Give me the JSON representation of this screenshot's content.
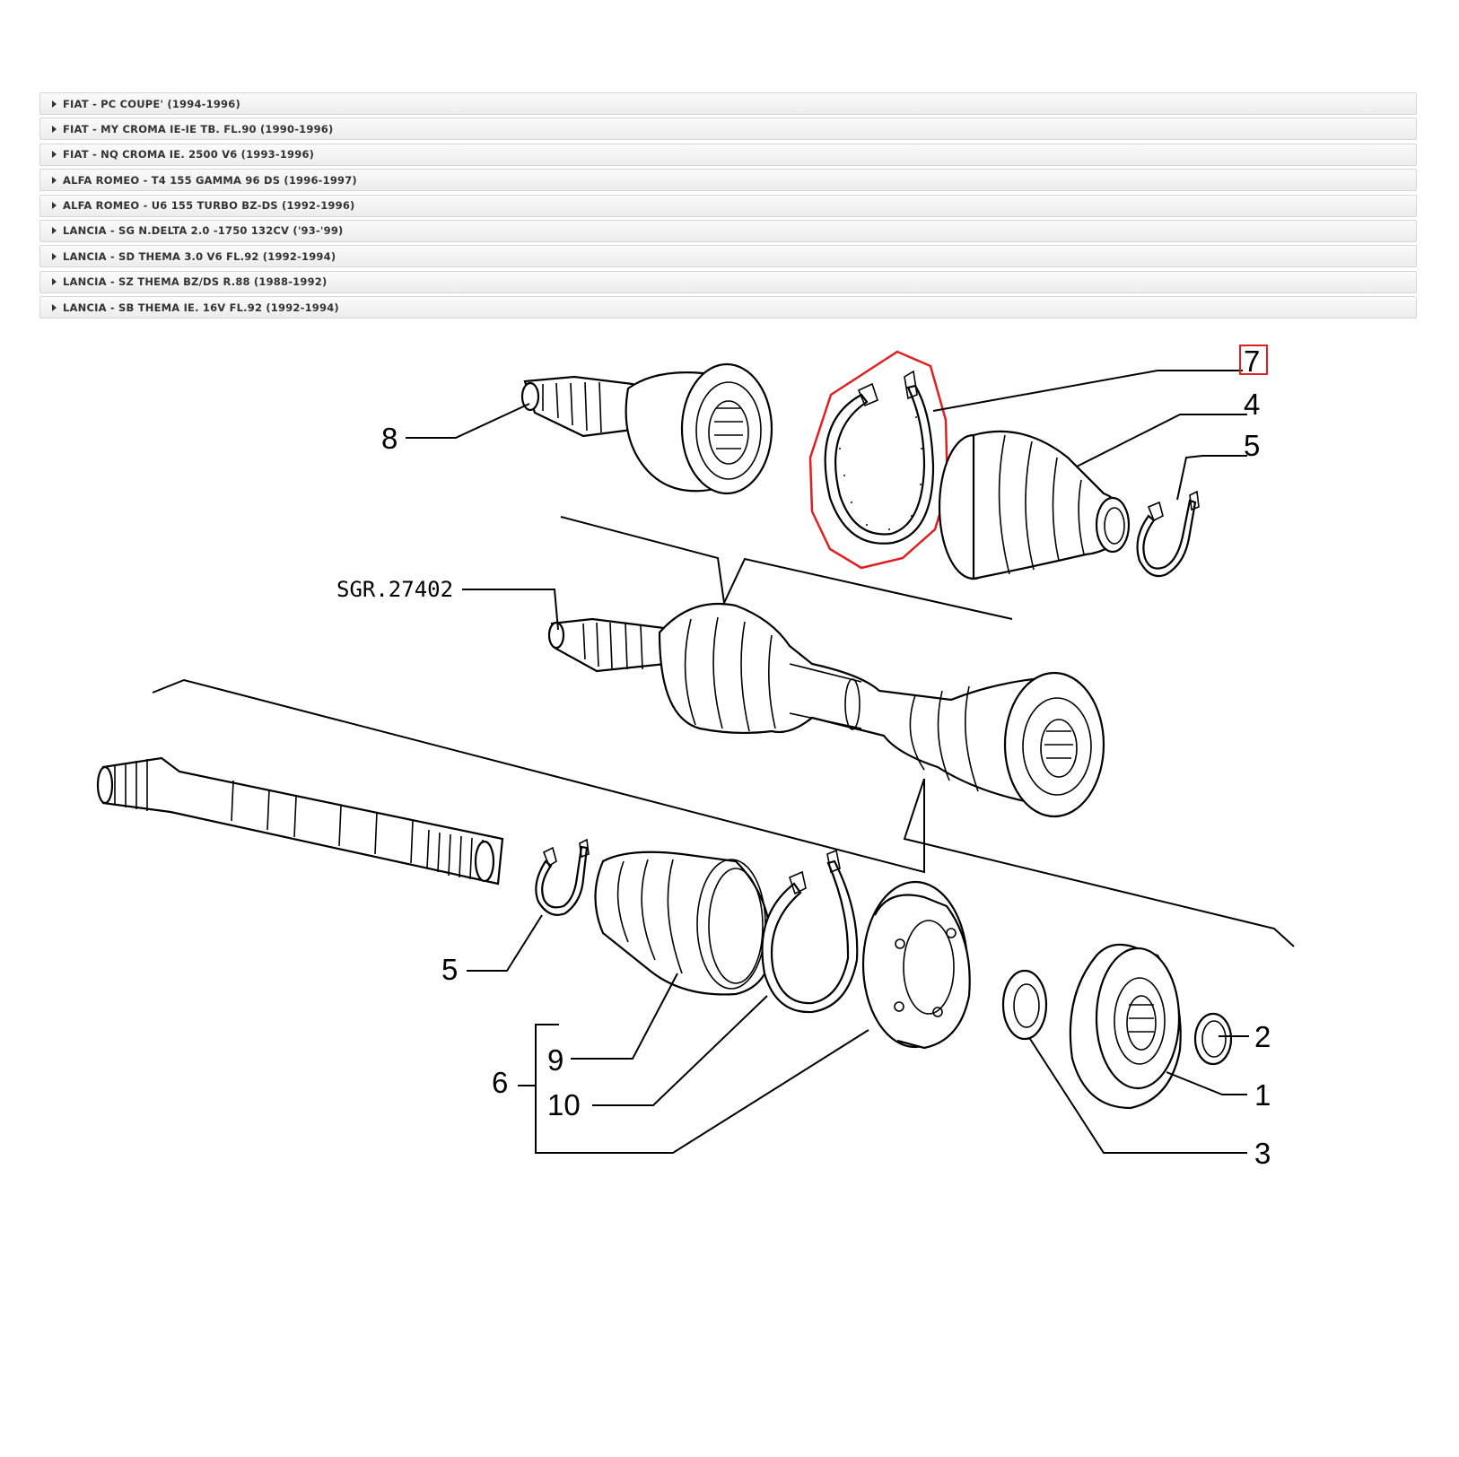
{
  "vehicle_list": [
    "FIAT - PC COUPE' (1994-1996)",
    "FIAT - MY CROMA IE-IE TB. FL.90 (1990-1996)",
    "FIAT - NQ CROMA IE. 2500 V6 (1993-1996)",
    "ALFA ROMEO - T4 155 GAMMA 96 DS (1996-1997)",
    "ALFA ROMEO - U6 155 TURBO BZ-DS (1992-1996)",
    "LANCIA - SG N.DELTA 2.0 -1750 132CV ('93-'99)",
    "LANCIA - SD THEMA 3.0 V6 FL.92 (1992-1994)",
    "LANCIA - SZ THEMA BZ/DS R.88 (1988-1992)",
    "LANCIA - SB THEMA IE. 16V FL.92 (1992-1994)"
  ],
  "diagram": {
    "assembly_label": "SGR.27402",
    "callouts": {
      "c1": "1",
      "c2": "2",
      "c3": "3",
      "c4": "4",
      "c5a": "5",
      "c5b": "5",
      "c6": "6",
      "c7": "7",
      "c8": "8",
      "c9": "9",
      "c10": "10"
    },
    "selected_part": "7",
    "highlight_color": "#e0201e"
  }
}
